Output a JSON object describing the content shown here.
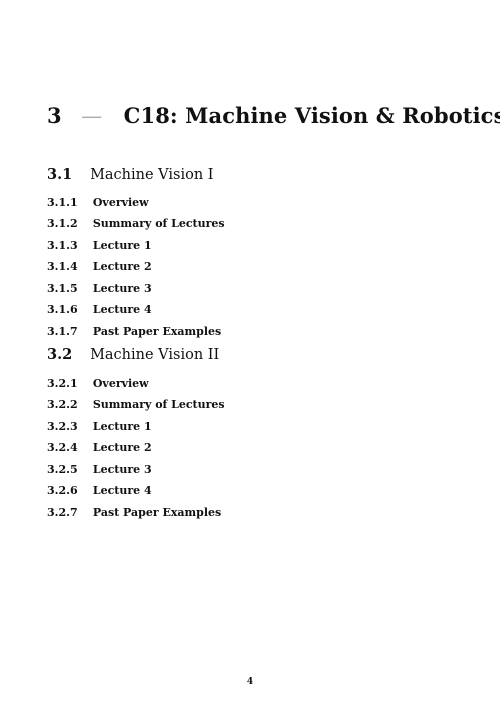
{
  "chapter": {
    "number": "3",
    "separator": "—",
    "title": "C18: Machine Vision & Robotics"
  },
  "sections": [
    {
      "number": "3.1",
      "title": "Machine Vision I",
      "subsections": [
        {
          "number": "3.1.1",
          "title": "Overview"
        },
        {
          "number": "3.1.2",
          "title": "Summary of Lectures"
        },
        {
          "number": "3.1.3",
          "title": "Lecture 1"
        },
        {
          "number": "3.1.4",
          "title": "Lecture 2"
        },
        {
          "number": "3.1.5",
          "title": "Lecture 3"
        },
        {
          "number": "3.1.6",
          "title": "Lecture 4"
        },
        {
          "number": "3.1.7",
          "title": "Past Paper Examples"
        }
      ]
    },
    {
      "number": "3.2",
      "title": "Machine Vision II",
      "subsections": [
        {
          "number": "3.2.1",
          "title": "Overview"
        },
        {
          "number": "3.2.2",
          "title": "Summary of Lectures"
        },
        {
          "number": "3.2.3",
          "title": "Lecture 1"
        },
        {
          "number": "3.2.4",
          "title": "Lecture 2"
        },
        {
          "number": "3.2.5",
          "title": "Lecture 3"
        },
        {
          "number": "3.2.6",
          "title": "Lecture 4"
        },
        {
          "number": "3.2.7",
          "title": "Past Paper Examples"
        }
      ]
    }
  ],
  "page_number": "4"
}
